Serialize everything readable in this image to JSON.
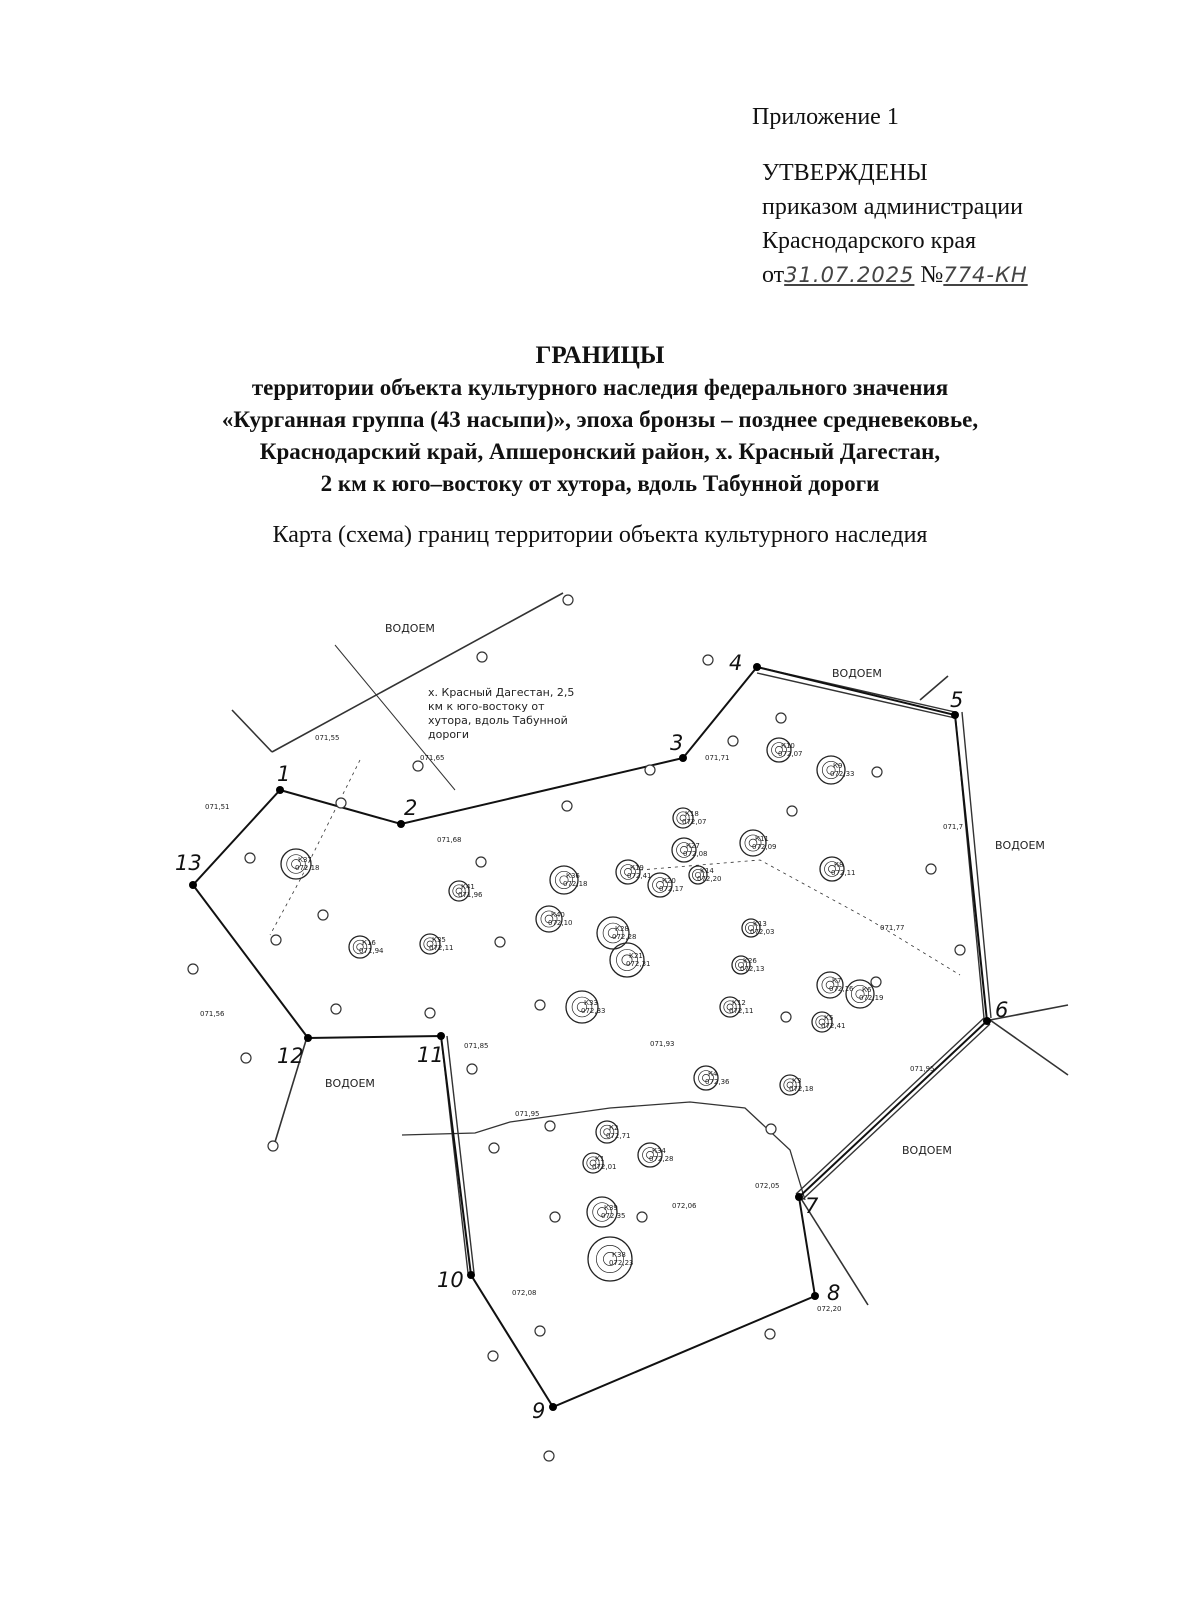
{
  "header": {
    "appendix": "Приложение 1",
    "approved": "УТВЕРЖДЕНЫ",
    "order_line1": "приказом администрации",
    "order_line2": "Краснодарского края",
    "date_prefix": "от",
    "date_value": "31.07.2025",
    "number_prefix": "№",
    "number_value": "774-КН"
  },
  "title": {
    "line1": "ГРАНИЦЫ",
    "line2": "территории объекта культурного наследия федерального значения",
    "line3": "«Курганная группа (43 насыпи)», эпоха бронзы – позднее средневековье,",
    "line4": "Краснодарский край, Апшеронский район, х. Красный Дагестан,",
    "line5": "2 км к юго–востоку от хутора, вдоль Табунной дороги"
  },
  "subtitle": "Карта (схема) границ территории объекта культурного наследия",
  "map": {
    "water_label": "ВОДОЕМ",
    "location_note": [
      "х. Красный Дагестан, 2,5",
      "км к юго-востоку от",
      "хутора, вдоль Табунной",
      "дороги"
    ],
    "boundary_points": [
      "1",
      "2",
      "3",
      "4",
      "5",
      "6",
      "7",
      "8",
      "9",
      "10",
      "11",
      "12",
      "13"
    ],
    "elevations": [
      "071,55",
      "071,65",
      "071,71",
      "071,51",
      "071,68",
      "071,7",
      "071,77",
      "071,56",
      "071,85",
      "071,93",
      "071,95",
      "071,95",
      "072,05",
      "072,06",
      "072,08",
      "072,20"
    ],
    "mounds": [
      {
        "id": "К10",
        "elev": "072,07"
      },
      {
        "id": "К9",
        "elev": "072,33"
      },
      {
        "id": "К18",
        "elev": "072,07"
      },
      {
        "id": "К11",
        "elev": "072,09"
      },
      {
        "id": "К27",
        "elev": "072,08"
      },
      {
        "id": "К8",
        "elev": "072,11"
      },
      {
        "id": "К37",
        "elev": "072,18"
      },
      {
        "id": "К41",
        "elev": "071,96"
      },
      {
        "id": "К14",
        "elev": "072,20"
      },
      {
        "id": "К35",
        "elev": "072,11"
      },
      {
        "id": "К20",
        "elev": "072,17"
      },
      {
        "id": "К19",
        "elev": "072,41"
      },
      {
        "id": "К13",
        "elev": "072,03"
      },
      {
        "id": "К7",
        "elev": "072,16"
      },
      {
        "id": "К16",
        "elev": "071,94"
      },
      {
        "id": "К36",
        "elev": "072,18"
      },
      {
        "id": "К28",
        "elev": "072,28"
      },
      {
        "id": "К40",
        "elev": "072,10"
      },
      {
        "id": "К21",
        "elev": "072,31"
      },
      {
        "id": "К26",
        "elev": "072,13"
      },
      {
        "id": "К6",
        "elev": "072,19"
      },
      {
        "id": "К33",
        "elev": "072,33"
      },
      {
        "id": "К12",
        "elev": "072,11"
      },
      {
        "id": "К5",
        "elev": "072,41"
      },
      {
        "id": "К4",
        "elev": "072,36"
      },
      {
        "id": "К3",
        "elev": "072,18"
      },
      {
        "id": "К2",
        "elev": "072,71"
      },
      {
        "id": "К34",
        "elev": "072,28"
      },
      {
        "id": "К1",
        "elev": "072,01"
      },
      {
        "id": "К39",
        "elev": "072,35"
      },
      {
        "id": "К38",
        "elev": "072,23"
      }
    ]
  }
}
